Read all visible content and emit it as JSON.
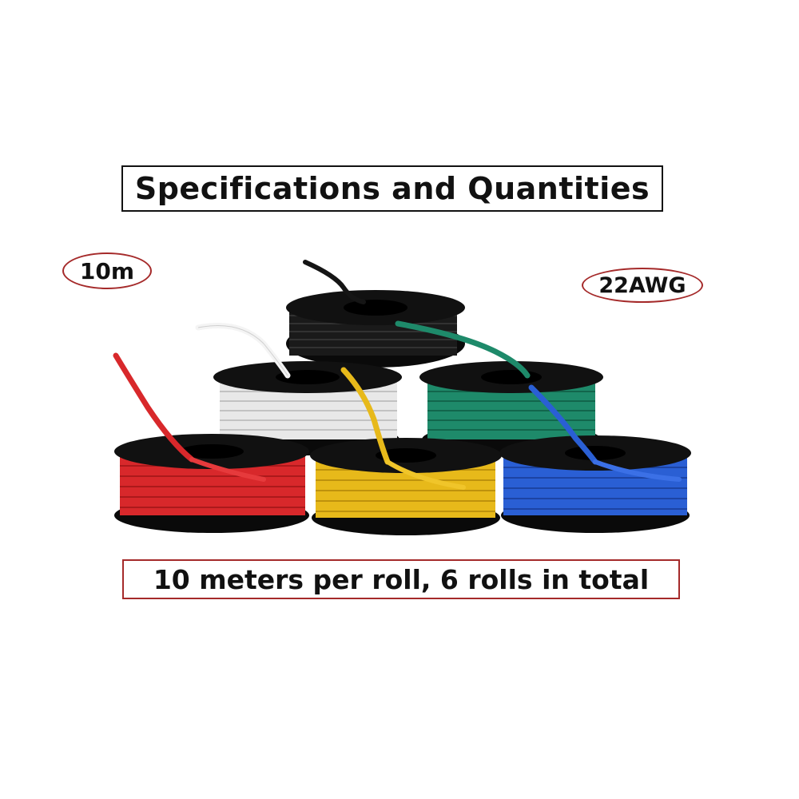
{
  "title": "Specifications and Quantities",
  "length_badge": "10m",
  "gauge_badge": "22AWG",
  "caption": "10 meters per roll, 6 rolls in total",
  "reels": [
    {
      "name": "black",
      "color": "#1a1a1a",
      "dark": "#050505",
      "light": "#3a3a3a"
    },
    {
      "name": "white",
      "color": "#e8e8e8",
      "dark": "#b5b5b5",
      "light": "#ffffff"
    },
    {
      "name": "green",
      "color": "#1e8a6a",
      "dark": "#0f5a43",
      "light": "#35a886"
    },
    {
      "name": "red",
      "color": "#d8282b",
      "dark": "#9e1416",
      "light": "#f0494b"
    },
    {
      "name": "yellow",
      "color": "#e7b91a",
      "dark": "#b08608",
      "light": "#f6d34a"
    },
    {
      "name": "blue",
      "color": "#2a5fd4",
      "dark": "#173c94",
      "light": "#4d7ff0"
    }
  ],
  "colors": {
    "accent_border": "#a52a2a",
    "title_border": "#111111"
  }
}
